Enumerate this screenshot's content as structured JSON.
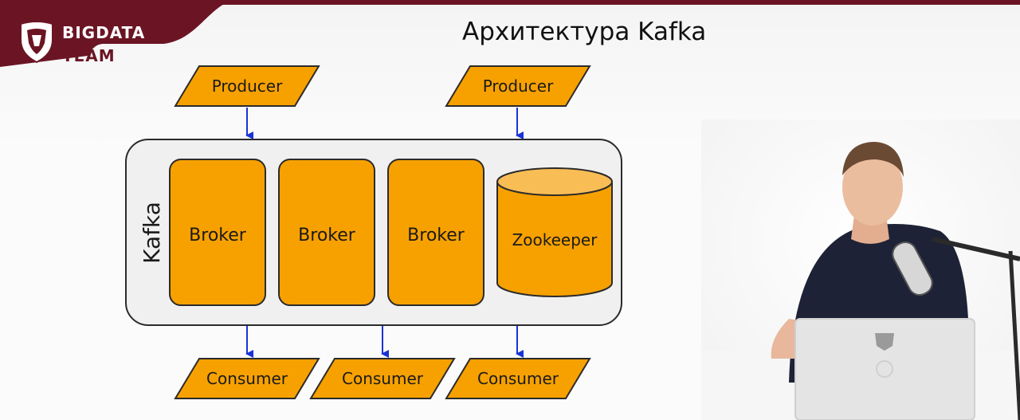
{
  "header": {
    "logo_line1": "BIGDATA",
    "logo_line2": "TEAM",
    "title": "Архитектура Kafka"
  },
  "diagram": {
    "producers": [
      "Producer",
      "Producer"
    ],
    "cluster_label": "Kafka",
    "brokers": [
      "Broker",
      "Broker",
      "Broker"
    ],
    "zookeeper": "Zookeeper",
    "consumers": [
      "Consumer",
      "Consumer",
      "Consumer"
    ]
  },
  "colors": {
    "brand": "#6b1524",
    "node_fill": "#f7a100",
    "node_stroke": "#2b2b2b",
    "cluster_fill": "#f0f0f0",
    "arrow": "#1a33d6"
  }
}
